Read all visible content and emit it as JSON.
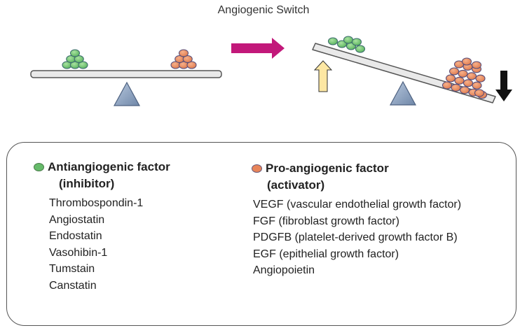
{
  "title": "Angiogenic Switch",
  "colors": {
    "anti": "#66bb6a",
    "pro": "#e8855a",
    "beam": "#e9e9e9",
    "pivot": "#8aa0bc",
    "switch_arrow": "#c2187a",
    "up_arrow": "#fde7a3",
    "down_arrow": "#111111"
  },
  "legend": {
    "anti": {
      "title_line1": "Antiangiogenic factor",
      "title_line2": "(inhibitor)",
      "items": [
        "Thrombospondin-1",
        "Angiostatin",
        "Endostatin",
        "Vasohibin-1",
        "Tumstain",
        "Canstatin"
      ]
    },
    "pro": {
      "title_line1": "Pro-angiogenic factor",
      "title_line2": "(activator)",
      "items": [
        "VEGF (vascular endothelial growth factor)",
        "FGF (fibroblast growth factor)",
        "PDGFB (platelet-derived growth factor B)",
        "EGF (epithelial growth factor)",
        "Angiopoietin"
      ]
    }
  }
}
